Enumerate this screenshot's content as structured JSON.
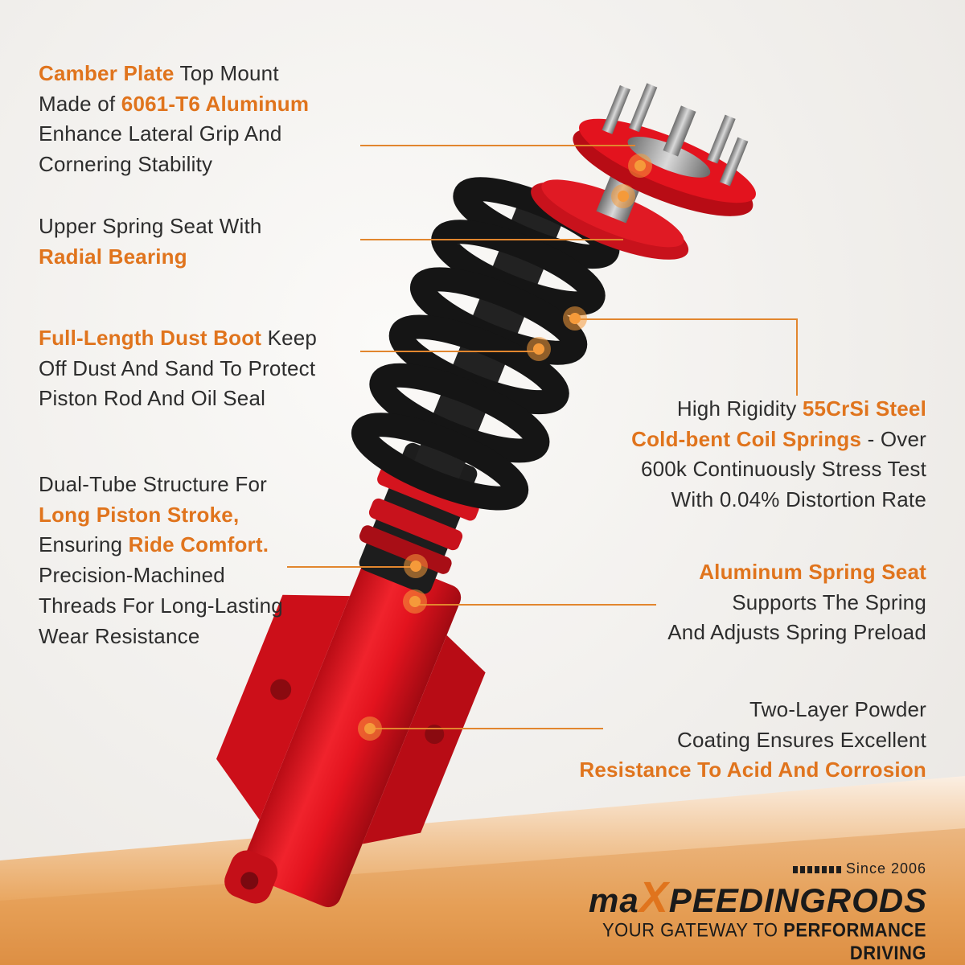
{
  "annotations": {
    "camber_plate": {
      "lines": [
        [
          {
            "t": "Camber Plate",
            "h": true
          },
          {
            "t": " Top Mount",
            "h": false
          }
        ],
        [
          {
            "t": "Made of ",
            "h": false
          },
          {
            "t": "6061-T6 Aluminum",
            "h": true
          }
        ],
        [
          {
            "t": "Enhance Lateral Grip And",
            "h": false
          }
        ],
        [
          {
            "t": "Cornering Stability",
            "h": false
          }
        ]
      ]
    },
    "upper_spring_seat": {
      "lines": [
        [
          {
            "t": "Upper Spring Seat With",
            "h": false
          }
        ],
        [
          {
            "t": "Radial Bearing",
            "h": true
          }
        ]
      ]
    },
    "dust_boot": {
      "lines": [
        [
          {
            "t": "Full-Length Dust Boot",
            "h": true
          },
          {
            "t": " Keep",
            "h": false
          }
        ],
        [
          {
            "t": "Off Dust And Sand To Protect",
            "h": false
          }
        ],
        [
          {
            "t": "Piston Rod And Oil Seal",
            "h": false
          }
        ]
      ]
    },
    "dual_tube": {
      "lines": [
        [
          {
            "t": "Dual-Tube Structure For",
            "h": false
          }
        ],
        [
          {
            "t": "Long Piston Stroke,",
            "h": true
          }
        ],
        [
          {
            "t": "Ensuring ",
            "h": false
          },
          {
            "t": "Ride Comfort.",
            "h": true
          }
        ],
        [
          {
            "t": "Precision-Machined",
            "h": false
          }
        ],
        [
          {
            "t": "Threads For Long-Lasting",
            "h": false
          }
        ],
        [
          {
            "t": "Wear Resistance",
            "h": false
          }
        ]
      ]
    },
    "coil_springs": {
      "lines": [
        [
          {
            "t": "High Rigidity ",
            "h": false
          },
          {
            "t": "55CrSi Steel",
            "h": true
          }
        ],
        [
          {
            "t": "Cold-bent Coil Springs",
            "h": true
          },
          {
            "t": " - Over",
            "h": false
          }
        ],
        [
          {
            "t": "600k Continuously Stress Test",
            "h": false
          }
        ],
        [
          {
            "t": "With 0.04% Distortion Rate",
            "h": false
          }
        ]
      ]
    },
    "aluminum_spring_seat": {
      "lines": [
        [
          {
            "t": "Aluminum Spring Seat",
            "h": true
          }
        ],
        [
          {
            "t": "Supports The Spring",
            "h": false
          }
        ],
        [
          {
            "t": "And Adjusts Spring Preload",
            "h": false
          }
        ]
      ]
    },
    "powder_coating": {
      "lines": [
        [
          {
            "t": "Two-Layer Powder",
            "h": false
          }
        ],
        [
          {
            "t": "Coating Ensures Excellent",
            "h": false
          }
        ],
        [
          {
            "t": "Resistance To Acid And Corrosion",
            "h": true
          }
        ]
      ]
    }
  },
  "brand": {
    "since": "Since 2006",
    "logo_pre": "ma",
    "logo_x": "X",
    "logo_post": "PEEDINGRODS",
    "tagline_pre": "YOUR GATEWAY TO ",
    "tagline_bold": "PERFORMANCE DRIVING"
  },
  "colors": {
    "accent": "#e0741d",
    "strut_red": "#e3131e",
    "spring_black": "#151515",
    "text": "#2d2d2d",
    "band_orange": "#e8a35a"
  }
}
